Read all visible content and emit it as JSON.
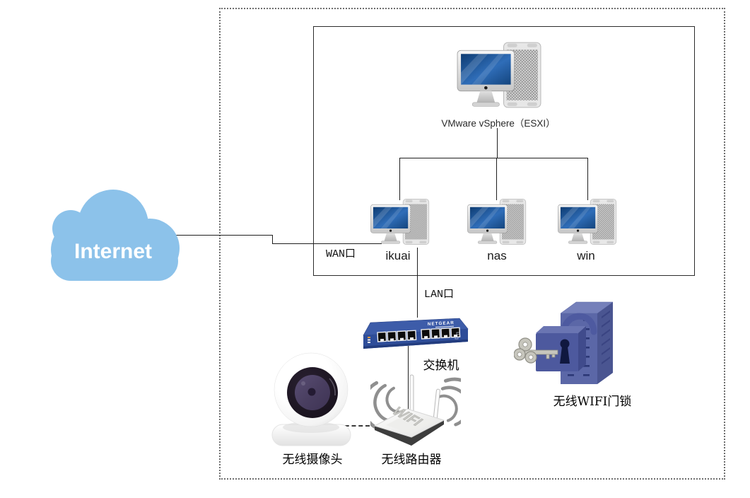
{
  "diagram": {
    "internet": {
      "label": "Internet"
    },
    "host": {
      "label": "VMware vSphere（ESXI）"
    },
    "vms": [
      {
        "label": "ikuai"
      },
      {
        "label": "nas"
      },
      {
        "label": "win"
      }
    ],
    "ports": {
      "wan": "WAN口",
      "lan": "LAN口"
    },
    "switch": {
      "label": "交换机",
      "brand": "NETGEAR"
    },
    "router": {
      "label": "无线路由器",
      "body_text": "WIFI"
    },
    "camera": {
      "label": "无线摄像头"
    },
    "door_lock": {
      "label": "无线WIFI门锁"
    },
    "colors": {
      "cloud": "#8CC2EA",
      "switch_body": "#2E4D99",
      "switch_top": "#3D5CA9",
      "lock_body": "#5B67A7",
      "screen_blue": "#2F6DB8",
      "line": "#1F1F1F"
    }
  }
}
